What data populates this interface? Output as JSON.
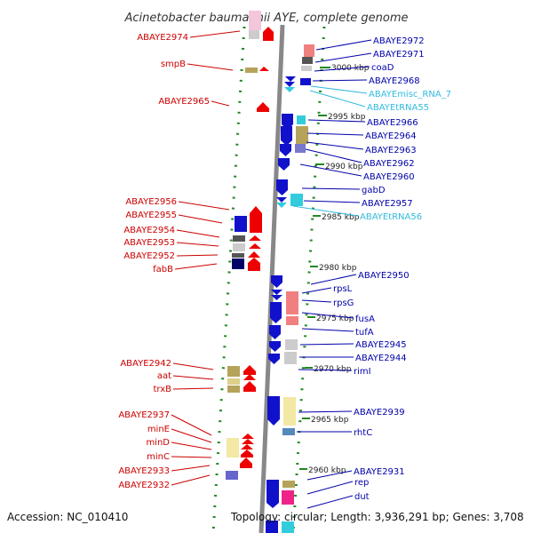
{
  "title": "Acinetobacter baumannii AYE, complete genome",
  "accession": "Accession: NC_010410",
  "topology": "Topology: circular; Length: 3,936,291 bp; Genes: 3,708",
  "colors": {
    "red_label": "#cc0000",
    "blue_label": "#0000aa",
    "cyan_label": "#33bbdd",
    "backbone": "#888888",
    "track_tick": "#228822",
    "forward_gene": "#1111cc",
    "reverse_gene": "#ee0000"
  },
  "scale_labels": [
    "3000 kbp",
    "2995 kbp",
    "2990 kbp",
    "2985 kbp",
    "2980 kbp",
    "2975 kbp",
    "2970 kbp",
    "2965 kbp",
    "2960 kbp"
  ],
  "left_labels": [
    "ABAYE2974",
    "smpB",
    "ABAYE2965",
    "ABAYE2956",
    "ABAYE2955",
    "ABAYE2954",
    "ABAYE2953",
    "ABAYE2952",
    "fabB",
    "ABAYE2942",
    "aat",
    "trxB",
    "ABAYE2937",
    "minE",
    "minD",
    "minC",
    "ABAYE2933",
    "ABAYE2932"
  ],
  "right_labels": [
    "ABAYE2972",
    "ABAYE2971",
    "coaD",
    "ABAYE2968",
    "ABAYEmisc_RNA_7",
    "ABAYEtRNA55",
    "ABAYE2966",
    "ABAYE2964",
    "ABAYE2963",
    "ABAYE2962",
    "ABAYE2960",
    "gabD",
    "ABAYE2957",
    "ABAYEtRNA56",
    "ABAYE2950",
    "rpsL",
    "rpsG",
    "fusA",
    "tufA",
    "ABAYE2945",
    "ABAYE2944",
    "rimI",
    "ABAYE2939",
    "rhtC",
    "ABAYE2931",
    "rep",
    "dut"
  ]
}
